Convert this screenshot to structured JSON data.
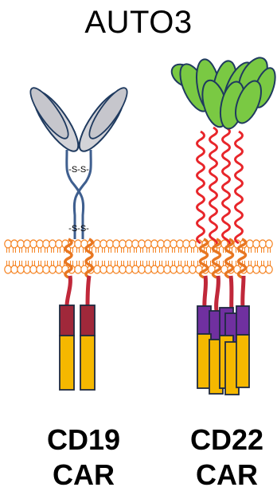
{
  "title": "AUTO3",
  "disulfide_label": "-S-S-",
  "constructs": [
    {
      "name": "CD19",
      "suffix": "CAR"
    },
    {
      "name": "CD22",
      "suffix": "CAR"
    }
  ],
  "colors": {
    "membrane": "#f58220",
    "antibody_domain": "#d3d3d8",
    "antibody_outline": "#1f3a5f",
    "hinge_chain": "#3f5f8f",
    "tm_helix": "#e87722",
    "cd22_binder": "#7ac943",
    "cd22_spacer_helix": "#e8262b",
    "linker": "#c0283a",
    "cd19_costim": "#a0283a",
    "cd22_costim": "#7030a0",
    "signaling": "#f5b800"
  }
}
